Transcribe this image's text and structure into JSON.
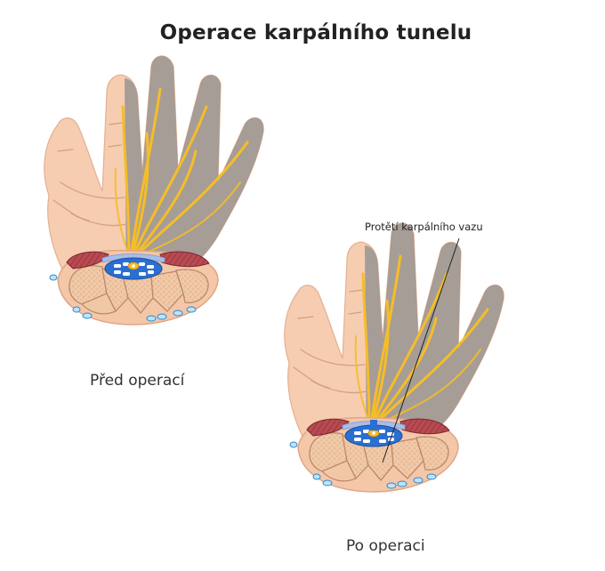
{
  "title": "Operace karpálního tunelu",
  "captions": {
    "before": "Před operací",
    "after": "Po operaci"
  },
  "annotation": "Protětí karpálního vazu",
  "colors": {
    "skin": "#f6cdb0",
    "skin_line": "#d9a78a",
    "shadow": "#9d9d9d",
    "nerve": "#f5bd28",
    "muscle": "#b84a52",
    "tunnel": "#2a6fd1",
    "bone": "#f0c8a6",
    "ligament": "#a8bde8"
  }
}
